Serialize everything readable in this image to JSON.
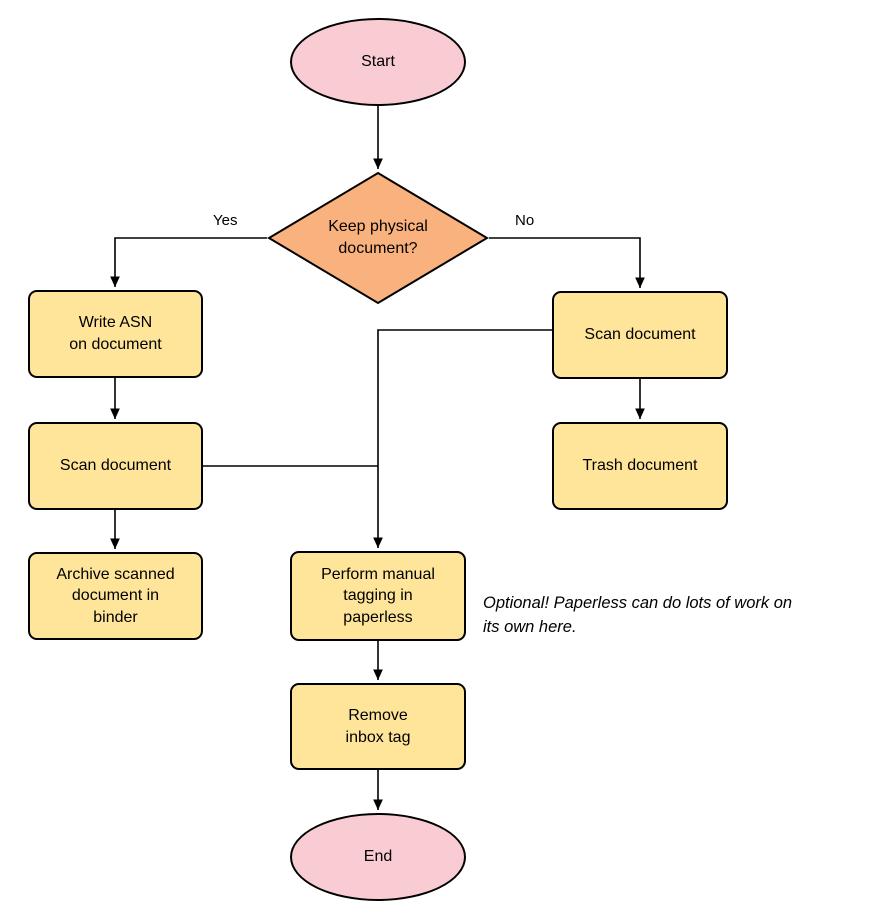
{
  "diagram": {
    "type": "flowchart",
    "colors": {
      "terminal_fill": "#f8ccd2",
      "decision_fill": "#f9b27e",
      "process_fill": "#ffe59a",
      "stroke": "#000000",
      "bg": "#ffffff"
    },
    "nodes": {
      "start": {
        "label": "Start",
        "shape": "ellipse"
      },
      "decision": {
        "label": "Keep physical\ndocument?",
        "shape": "diamond"
      },
      "write_asn": {
        "label": "Write ASN\non document",
        "shape": "rect"
      },
      "scan_left": {
        "label": "Scan document",
        "shape": "rect"
      },
      "archive": {
        "label": "Archive scanned\ndocument in\nbinder",
        "shape": "rect"
      },
      "scan_right": {
        "label": "Scan document",
        "shape": "rect"
      },
      "trash": {
        "label": "Trash document",
        "shape": "rect"
      },
      "tagging": {
        "label": "Perform manual\ntagging in\npaperless",
        "shape": "rect"
      },
      "remove_inbox": {
        "label": "Remove\ninbox tag",
        "shape": "rect"
      },
      "end": {
        "label": "End",
        "shape": "ellipse"
      }
    },
    "edge_labels": {
      "yes": "Yes",
      "no": "No"
    },
    "annotation": "Optional! Paperless can do lots of work on\nits own here.",
    "edges": [
      "start -> decision",
      "decision -Yes-> write_asn",
      "decision -No-> scan_right",
      "write_asn -> scan_left",
      "scan_left -> archive",
      "scan_right -> trash",
      "scan_right -> tagging",
      "scan_left -> tagging",
      "tagging -> remove_inbox",
      "remove_inbox -> end"
    ]
  }
}
